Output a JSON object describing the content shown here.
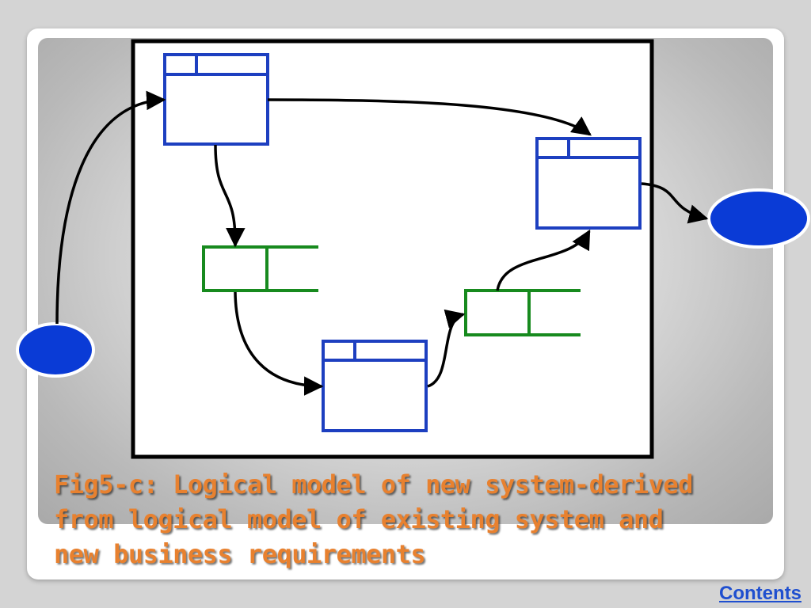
{
  "caption": {
    "line1": "Fig5-c: Logical model of new system-derived",
    "line2": "from logical model of existing system and",
    "line3": "new business requirements"
  },
  "link": {
    "contents_label": "Contents"
  },
  "colors": {
    "process_border": "#1d3fc0",
    "data_store": "#178a1e",
    "entity_fill": "#0a3bd6",
    "caption": "#e8812f",
    "link": "#1f4fcf",
    "arrow": "#000000"
  },
  "diagram": {
    "nodes": [
      {
        "id": "entity-left",
        "kind": "external-entity"
      },
      {
        "id": "process-1",
        "kind": "process"
      },
      {
        "id": "store-1",
        "kind": "data-store"
      },
      {
        "id": "process-2",
        "kind": "process"
      },
      {
        "id": "store-2",
        "kind": "data-store"
      },
      {
        "id": "process-3",
        "kind": "process"
      },
      {
        "id": "entity-right",
        "kind": "external-entity"
      }
    ],
    "flows": [
      {
        "from": "entity-left",
        "to": "process-1"
      },
      {
        "from": "process-1",
        "to": "store-1"
      },
      {
        "from": "process-1",
        "to": "process-3"
      },
      {
        "from": "store-1",
        "to": "process-2"
      },
      {
        "from": "process-2",
        "to": "store-2"
      },
      {
        "from": "store-2",
        "to": "process-3"
      },
      {
        "from": "process-3",
        "to": "entity-right"
      }
    ]
  }
}
